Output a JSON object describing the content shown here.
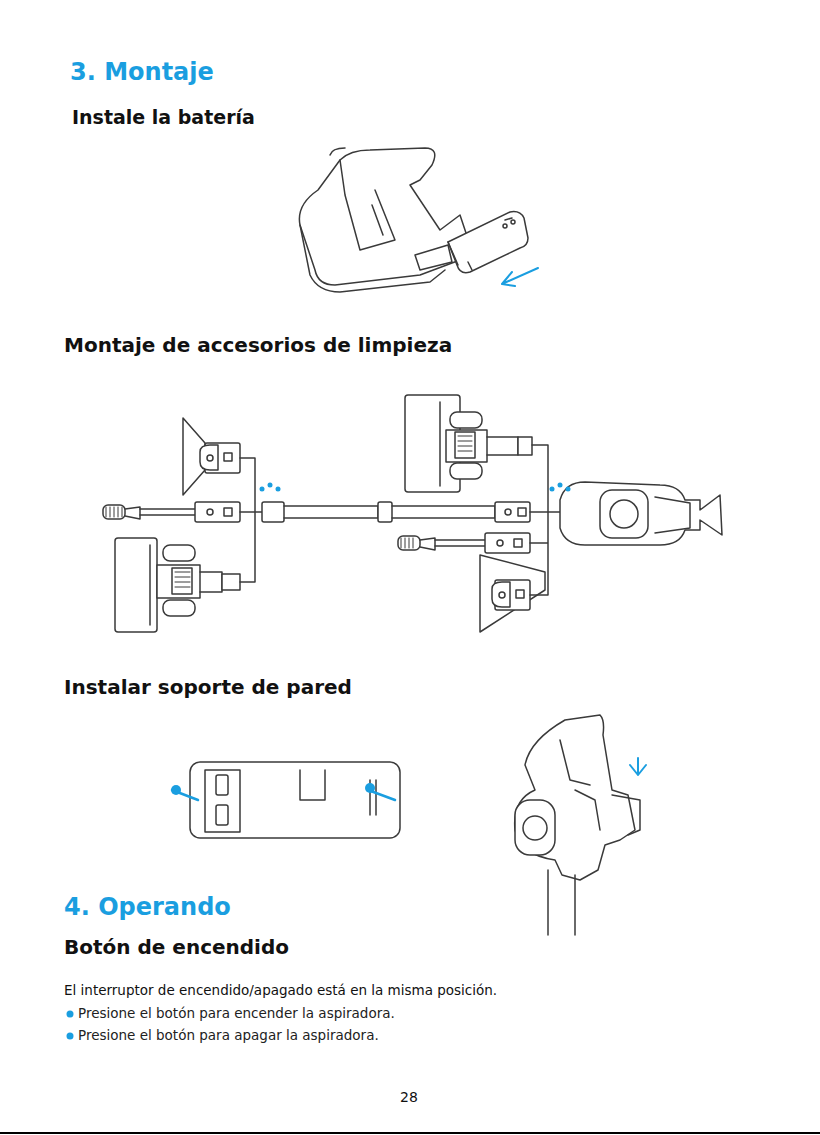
{
  "diagram": {
    "title": "3. Montaje",
    "labels": [
      "Instale la batería",
      "Montaje de accesorios de limpieza",
      "Instalar soporte de pared",
      "4. Operando",
      "Botón de encendido",
      "El interruptor de encendido/apagado está en la misma posición.",
      "Presione el botón para encender la aspiradora.",
      "Presione el botón para apagar la aspiradora.",
      "28"
    ]
  }
}
